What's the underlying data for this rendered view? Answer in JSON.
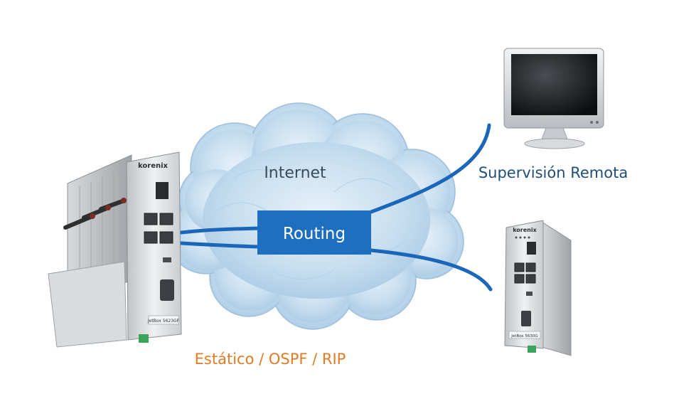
{
  "cloud": {
    "label": "Internet"
  },
  "router": {
    "label": "Routing"
  },
  "remote": {
    "label": "Supervisión Remota"
  },
  "protocols": {
    "label": "Estático / OSPF / RIP"
  },
  "devices": {
    "main": {
      "brand": "korenix",
      "model": "JetBox 5623GF"
    },
    "secondary": {
      "brand": "korenix",
      "model": "JetBox 5630G"
    }
  },
  "colors": {
    "link": "#1a66b8",
    "router_box": "#1e6fbf",
    "router_text": "#ffffff",
    "remote_text": "#1f4e79",
    "protocols_text": "#e07b25",
    "cloud_text": "#3a4a5a"
  }
}
